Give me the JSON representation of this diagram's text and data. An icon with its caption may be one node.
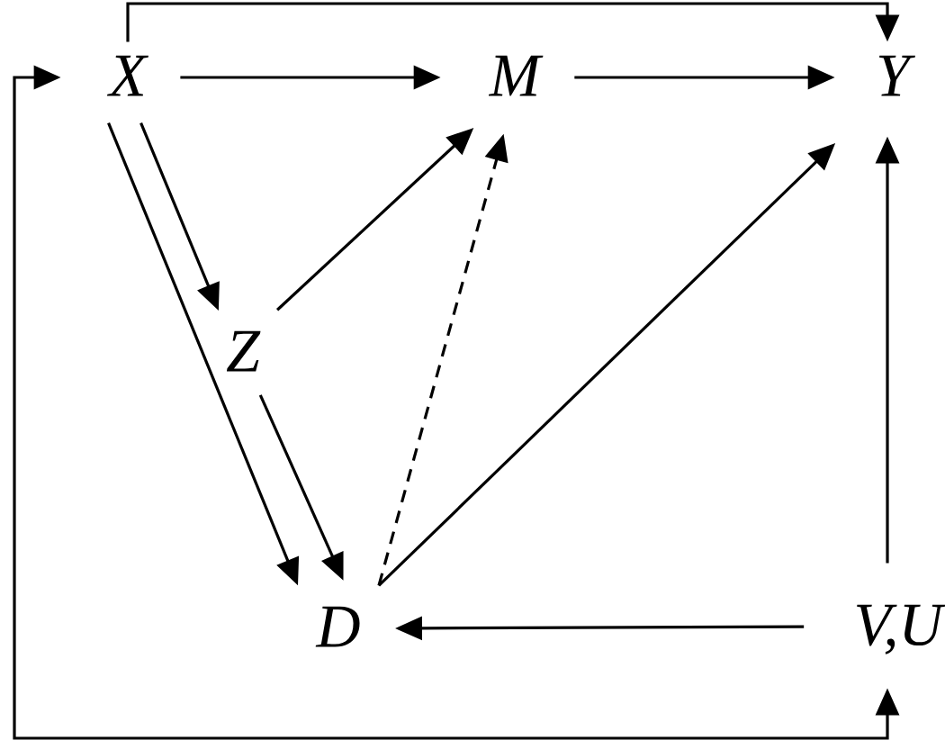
{
  "diagram": {
    "nodes": [
      {
        "text": [
          "X"
        ]
      },
      {
        "text": [
          "M"
        ]
      },
      {
        "text": [
          "Y"
        ]
      },
      {
        "text": [
          "Z"
        ]
      },
      {
        "text": [
          "D"
        ]
      },
      {
        "text": [
          "V,U"
        ]
      }
    ],
    "edges": [
      {
        "from": 0,
        "to": 1,
        "arrow": "to"
      },
      {
        "from": 1,
        "to": 2,
        "arrow": "to"
      },
      {
        "from": 0,
        "to": 2,
        "arrow": "to"
      },
      {
        "from": 0,
        "to": 3,
        "arrow": "to"
      },
      {
        "from": 0,
        "to": 4,
        "arrow": "to"
      },
      {
        "from": 3,
        "to": 1,
        "arrow": "to"
      },
      {
        "from": 3,
        "to": 4,
        "arrow": "to"
      },
      {
        "from": 4,
        "to": 1,
        "arrow": "to",
        "style": "dashed"
      },
      {
        "from": 4,
        "to": 2,
        "arrow": "to"
      },
      {
        "from": 5,
        "to": 4,
        "arrow": "to"
      },
      {
        "from": 5,
        "to": 2,
        "arrow": "to"
      },
      {
        "from": 5,
        "to": 0,
        "arrow": "both"
      }
    ]
  }
}
